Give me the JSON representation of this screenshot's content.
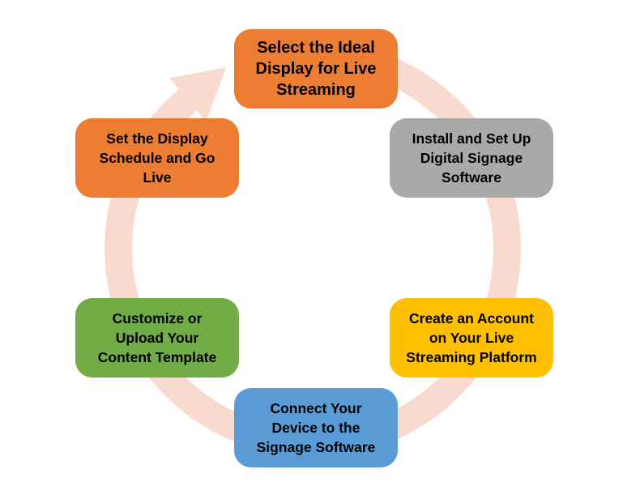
{
  "background_color": "#FFFFFF",
  "text_color": "#000000",
  "arrow": {
    "color": "#F8DBCE",
    "direction": "clockwise"
  },
  "steps": [
    {
      "position": "top",
      "color": "#EC7D32",
      "label": "Select the Ideal Display for Live Streaming",
      "lines": [
        "Select the Ideal",
        "Display for Live",
        "Streaming"
      ]
    },
    {
      "position": "top-right",
      "color": "#A9A9A9",
      "label": "Install and Set Up Digital Signage Software",
      "lines": [
        "Install and Set Up",
        "Digital Signage",
        "Software"
      ]
    },
    {
      "position": "bottom-right",
      "color": "#FFC000",
      "label": "Create an Account on Your Live Streaming Platform",
      "lines": [
        "Create an Account",
        "on Your Live",
        "Streaming Platform"
      ]
    },
    {
      "position": "bottom",
      "color": "#5B9BD5",
      "label": "Connect Your Device to the Signage Software",
      "lines": [
        "Connect Your",
        "Device to the",
        "Signage Software"
      ]
    },
    {
      "position": "bottom-left",
      "color": "#70AD47",
      "label": "Customize or Upload Your Content Template",
      "lines": [
        "Customize or",
        "Upload Your",
        "Content Template"
      ]
    },
    {
      "position": "top-left",
      "color": "#EC7D32",
      "label": "Set the Display Schedule and Go Live",
      "lines": [
        "Set the Display",
        "Schedule and Go",
        "Live"
      ]
    }
  ]
}
